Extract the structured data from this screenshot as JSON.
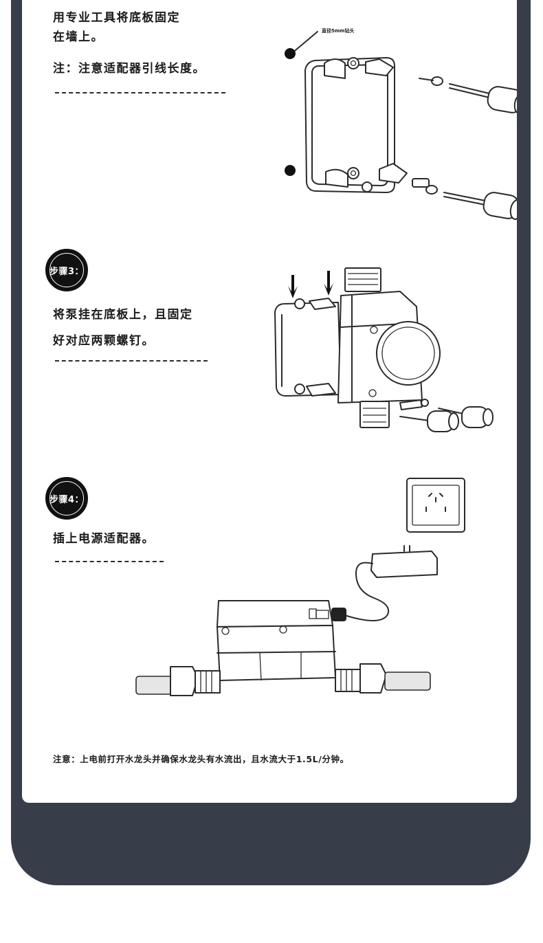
{
  "step2": {
    "line1": "用专业工具将底板固定",
    "line2": "在墙上。",
    "note": "注：注意适配器引线长度。",
    "drill_label": "直径5mm钻头"
  },
  "step3": {
    "badge": "步骤3：",
    "line1": "将泵挂在底板上，且固定",
    "line2": "好对应两颗螺钉。"
  },
  "step4": {
    "badge": "步骤4：",
    "line1": "插上电源适配器。"
  },
  "footer_note": "注意：上电前打开水龙头并确保水龙头有水流出，且水流大于1.5L/分钟。",
  "colors": {
    "frame": "#373d49",
    "card": "#ffffff",
    "text": "#1a1a1a"
  }
}
